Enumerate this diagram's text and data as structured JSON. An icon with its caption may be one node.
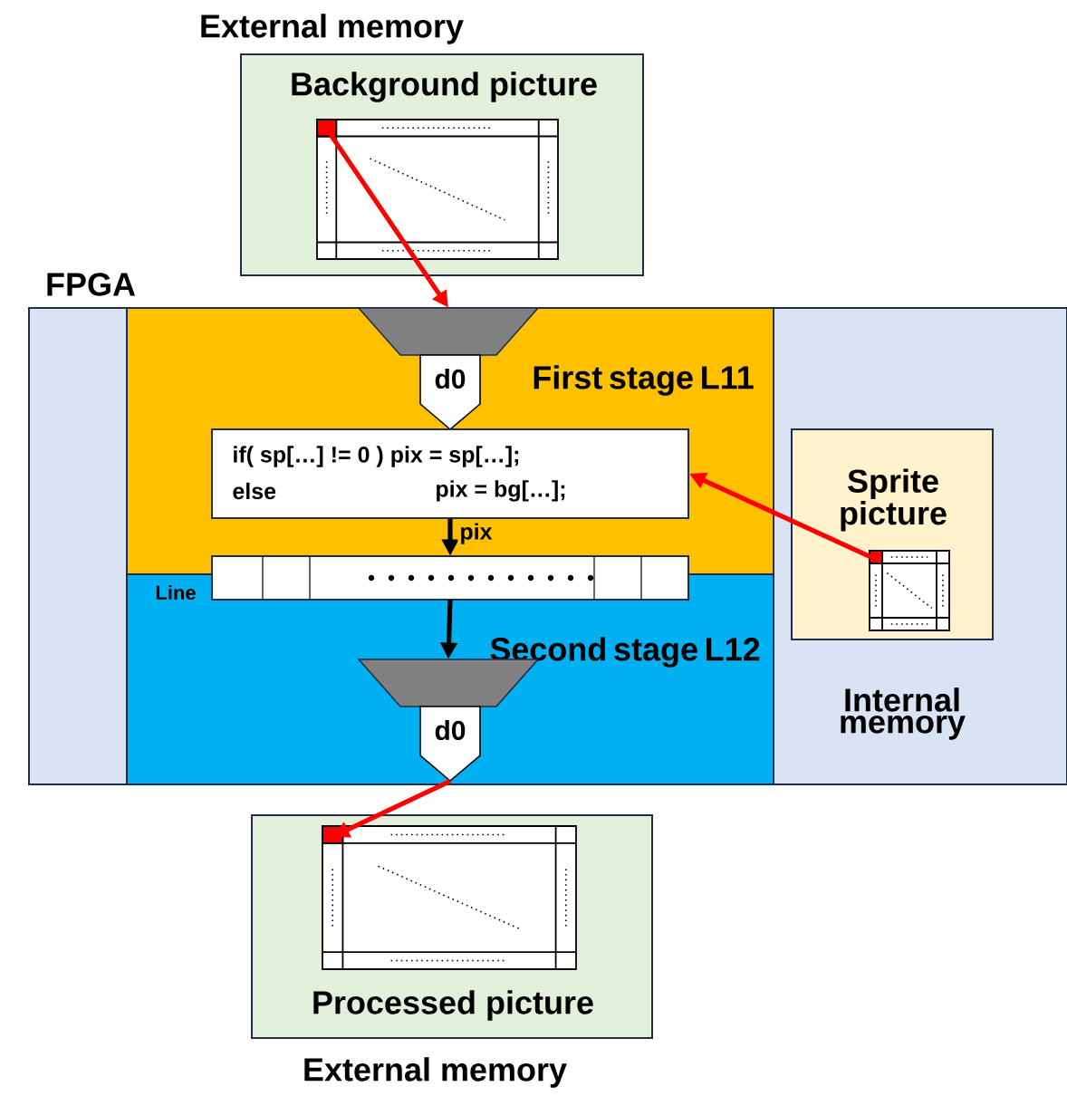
{
  "diagram": {
    "nodes": [
      {
        "text": [
          "Background picture"
        ],
        "beside": [
          "External memory"
        ]
      },
      {
        "text": [],
        "shape": "picture",
        "in": 0
      },
      {
        "text": [
          "FPGA"
        ]
      },
      {
        "text": [
          "First stage L11"
        ],
        "in": 2
      },
      {
        "text": [],
        "shape": "trapezoid",
        "in": 3
      },
      {
        "text": [
          "d0"
        ],
        "in": 3
      },
      {
        "text": [
          "if( sp[…] != 0 ) pix = sp[…];",
          "else",
          "pix = bg[…];"
        ],
        "in": 3
      },
      {
        "text": [],
        "shape": "bar",
        "beside": [
          "Line"
        ],
        "in": 2
      },
      {
        "text": [
          "Second stage L12"
        ],
        "in": 2
      },
      {
        "text": [],
        "shape": "trapezoid",
        "in": 8
      },
      {
        "text": [
          "d0"
        ],
        "in": 8
      },
      {
        "text": [
          "Sprite picture"
        ],
        "beside": [
          "Internal memory"
        ],
        "in": 2
      },
      {
        "text": [],
        "shape": "picture",
        "in": 11
      },
      {
        "text": [
          "Processed picture"
        ],
        "beside": [
          "External memory"
        ]
      },
      {
        "text": [],
        "shape": "picture",
        "in": 13
      }
    ],
    "edges": [
      {
        "from": 1,
        "to": 4,
        "arrow": "to"
      },
      {
        "from": 12,
        "to": 6,
        "arrow": "to"
      },
      {
        "from": 6,
        "to": 7,
        "arrow": "to",
        "label": "pix",
        "color": "#000000"
      },
      {
        "from": 7,
        "to": 9,
        "arrow": "to",
        "color": "#000000"
      },
      {
        "from": 10,
        "to": 14,
        "arrow": "to"
      }
    ]
  }
}
